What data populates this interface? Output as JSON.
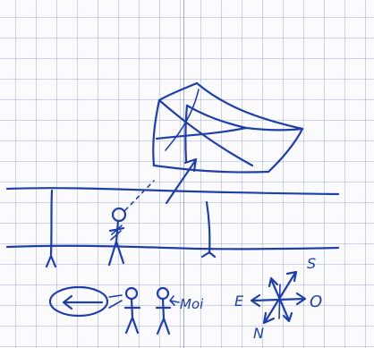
{
  "sketch": {
    "labels": {
      "moi": "Moi",
      "east": "E",
      "west": "O",
      "north": "N",
      "south": "S"
    },
    "ink_color": "#1f3fa8",
    "paper_color": "#fbfbfd"
  }
}
